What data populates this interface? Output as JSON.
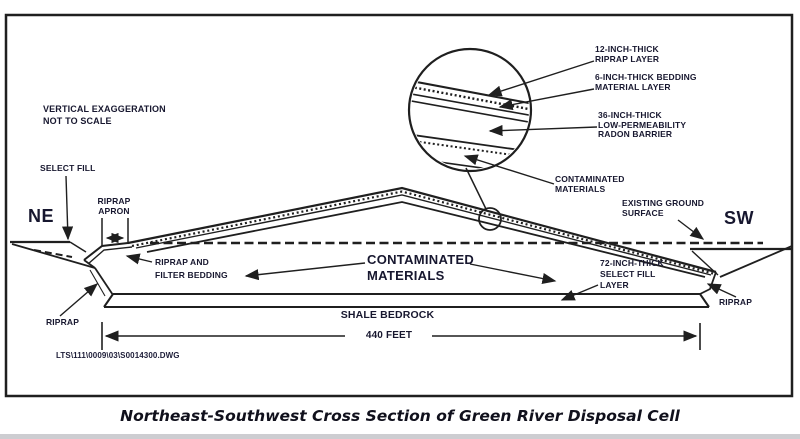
{
  "figure": {
    "caption": "Northeast-Southwest Cross Section of Green River Disposal Cell",
    "orientation": {
      "left": "NE",
      "right": "SW"
    },
    "note": {
      "lines": [
        "VERTICAL EXAGGERATION",
        "NOT TO SCALE"
      ]
    },
    "labels": {
      "select_fill": {
        "lines": [
          "SELECT FILL"
        ]
      },
      "riprap_apron": {
        "lines": [
          "RIPRAP",
          "APRON"
        ]
      },
      "riprap_filter_bedding": {
        "lines": [
          "RIPRAP AND",
          "FILTER BEDDING"
        ]
      },
      "contaminated_materials_main": {
        "lines": [
          "CONTAMINATED",
          "MATERIALS"
        ]
      },
      "existing_ground_surface": {
        "lines": [
          "EXISTING GROUND",
          "SURFACE"
        ]
      },
      "select_fill_72": {
        "lines": [
          "72-INCH-THICK",
          "SELECT FILL",
          "LAYER"
        ]
      },
      "riprap_right": {
        "lines": [
          "RIPRAP"
        ]
      },
      "riprap_left": {
        "lines": [
          "RIPRAP"
        ]
      },
      "shale_bedrock": {
        "lines": [
          "SHALE BEDROCK"
        ]
      }
    },
    "detail_labels": {
      "riprap_12": {
        "lines": [
          "12-INCH-THICK",
          "RIPRAP LAYER"
        ]
      },
      "bedding_6": {
        "lines": [
          "6-INCH-THICK BEDDING",
          "MATERIAL LAYER"
        ]
      },
      "radon_36": {
        "lines": [
          "36-INCH-THICK",
          "LOW-PERMEABILITY",
          "RADON BARRIER"
        ]
      },
      "contaminated": {
        "lines": [
          "CONTAMINATED",
          "MATERIALS"
        ]
      }
    },
    "dimension": {
      "length": "440 FEET"
    },
    "drawing_ref": "LTS\\111\\0009\\03\\S0014300.DWG",
    "colors": {
      "line": "#1f1f1f",
      "text": "#17172f",
      "background": "#ffffff"
    }
  }
}
